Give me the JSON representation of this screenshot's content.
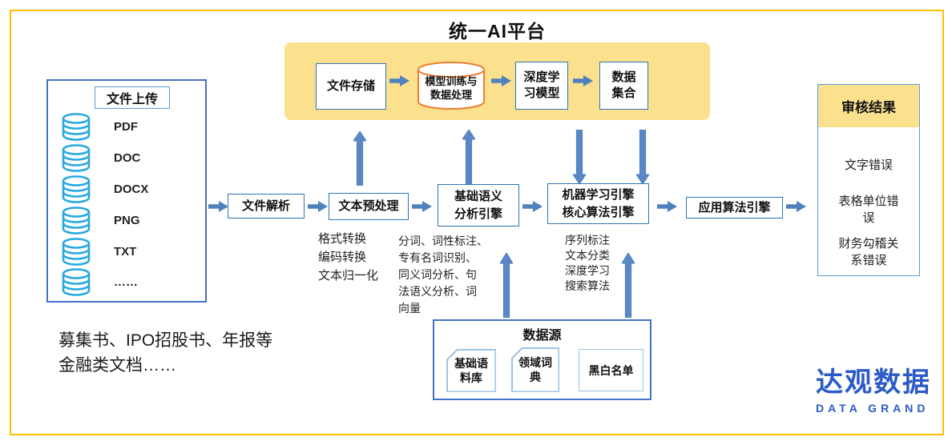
{
  "title": "统一AI平台",
  "banner": {
    "node1": "文件存储",
    "node2_line1": "模型训练与",
    "node2_line2": "数据处理",
    "node3_line1": "深度学",
    "node3_line2": "习模型",
    "node4_line1": "数据",
    "node4_line2": "集合"
  },
  "upload": {
    "title": "文件上传",
    "items": [
      "PDF",
      "DOC",
      "DOCX",
      "PNG",
      "TXT",
      "……"
    ]
  },
  "pipeline": {
    "step1": "文件解析",
    "step2": "文本预处理",
    "step3_line1": "基础语义",
    "step3_line2": "分析引擎",
    "step4_line1": "机器学习引擎",
    "step4_line2": "核心算法引擎",
    "step5": "应用算法引擎"
  },
  "annotations": {
    "preprocess": [
      "格式转换",
      "编码转换",
      "文本归一化"
    ],
    "semantic": [
      "分词、词性标注、",
      "专有名词识别、",
      "同义词分析、句",
      "法语义分析、词",
      "向量"
    ],
    "ml": [
      "序列标注",
      "文本分类",
      "深度学习",
      "搜索算法"
    ]
  },
  "datasource": {
    "title": "数据源",
    "item1_line1": "基础语",
    "item1_line2": "料库",
    "item2_line1": "领域词",
    "item2_line2": "典",
    "item3": "黑白名单"
  },
  "results": {
    "title": "审核结果",
    "item1": "文字错误",
    "item2_line1": "表格单位错",
    "item2_line2": "误",
    "item3_line1": "财务勾稽关",
    "item3_line2": "系错误"
  },
  "caption_line1": "募集书、IPO招股书、年报等",
  "caption_line2": "金融类文档……",
  "logo": {
    "cn": "达观数据",
    "en": "DATA GRAND"
  },
  "colors": {
    "page_border_gold": "#FFC000",
    "banner_yellow": "#FBE08D",
    "box_border_blue": "#2E75B6",
    "outer_box_blue": "#4472C4",
    "light_box_blue": "#9DC3E6",
    "arrow_blue": "#4F81BD",
    "database_icon_blue": "#29A9E0",
    "cylinder_orange": "#ED7D31",
    "logo_blue": "#2B5BC7"
  }
}
